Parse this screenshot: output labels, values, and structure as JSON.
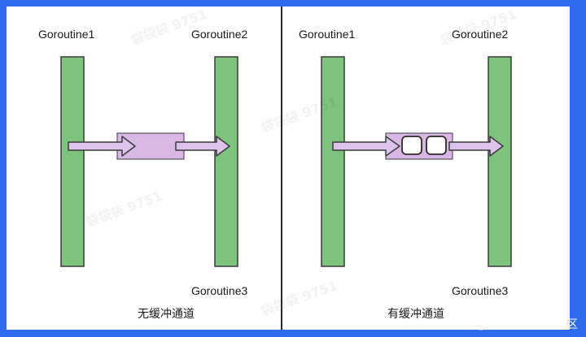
{
  "left_panel": {
    "goroutine1": "Goroutine1",
    "goroutine2": "Goroutine2",
    "caption": "无缓冲通道"
  },
  "right_panel": {
    "goroutine1": "Goroutine1",
    "goroutine2": "Goroutine2",
    "goroutine3": "Goroutine3",
    "caption": "有缓冲通道"
  },
  "left_goroutine3": "Goroutine3",
  "watermarks": [
    "袋袋袋 9751",
    "袋袋袋 9751",
    "袋袋袋 9751",
    "袋袋袋 9751",
    "袋袋袋 9751"
  ],
  "site_mark": "@稀土掘金技术社区",
  "colors": {
    "background": "#2d6cf0",
    "bar_fill": "#7ec47f",
    "bar_stroke": "#3a3a3a",
    "channel_fill": "#d9b8e6",
    "arrow_fill": "#dcc3ec"
  }
}
